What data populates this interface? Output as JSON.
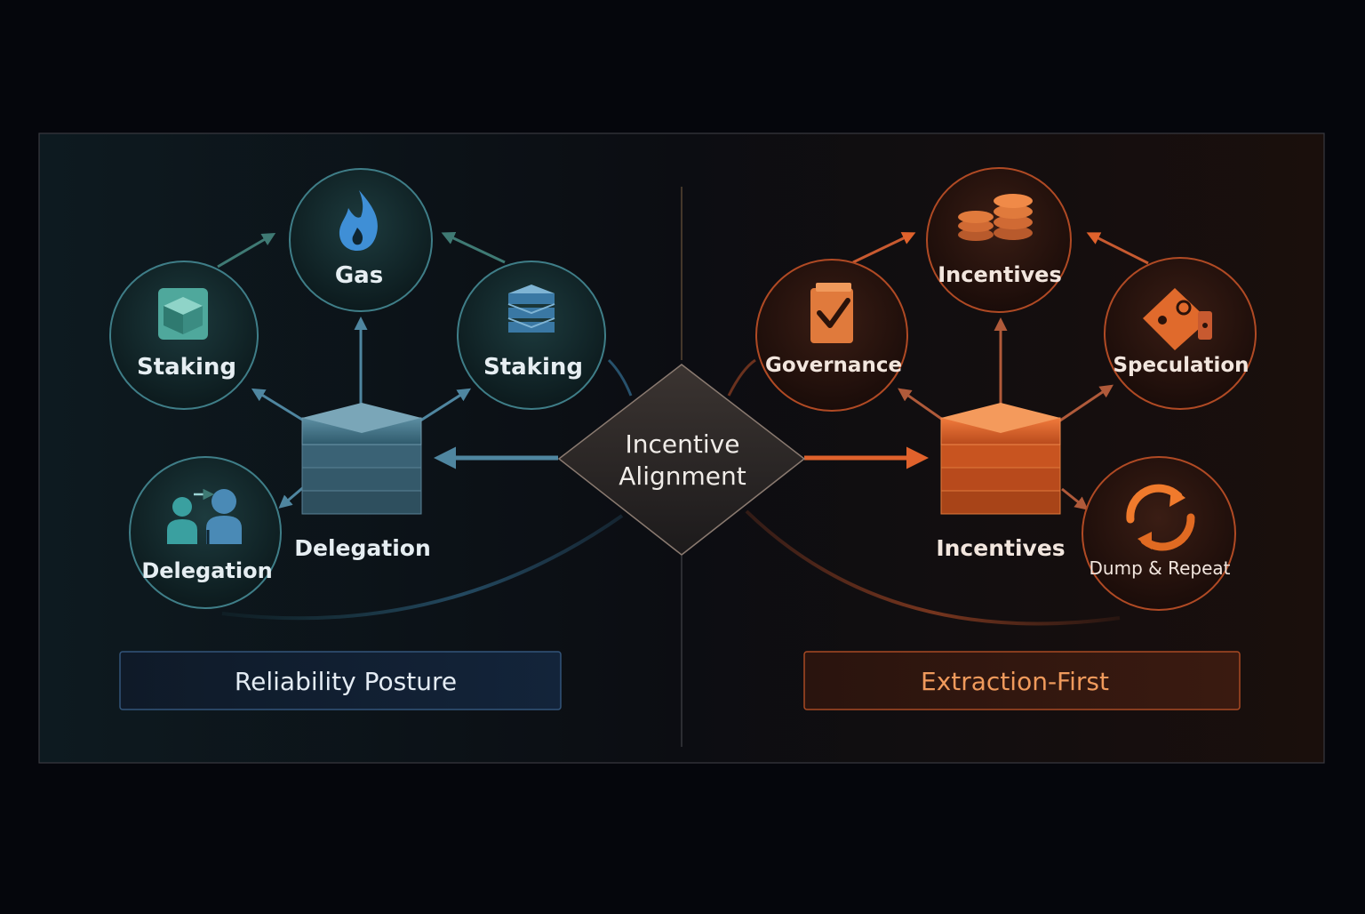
{
  "center": {
    "line1": "Incentive",
    "line2": "Alignment"
  },
  "left": {
    "title": "Reliability Posture",
    "accent": "#3f8fb0",
    "nodes": [
      {
        "id": "gas",
        "label": "Gas",
        "icon": "flame-icon"
      },
      {
        "id": "staking-a",
        "label": "Staking",
        "icon": "cube-box-icon"
      },
      {
        "id": "staking-b",
        "label": "Staking",
        "icon": "layers-stack-icon"
      },
      {
        "id": "delegation-node",
        "label": "Delegation",
        "icon": "people-transfer-icon"
      }
    ],
    "hub_label": "Delegation"
  },
  "right": {
    "title": "Extraction-First",
    "accent": "#e8692a",
    "nodes": [
      {
        "id": "incentives-top",
        "label": "Incentives",
        "icon": "coin-stack-icon"
      },
      {
        "id": "governance",
        "label": "Governance",
        "icon": "ballot-check-icon"
      },
      {
        "id": "speculation",
        "label": "Speculation",
        "icon": "dice-icon"
      },
      {
        "id": "dump-repeat",
        "label": "Dump & Repeat",
        "icon": "cycle-arrows-icon"
      }
    ],
    "hub_label": "Incentives"
  }
}
